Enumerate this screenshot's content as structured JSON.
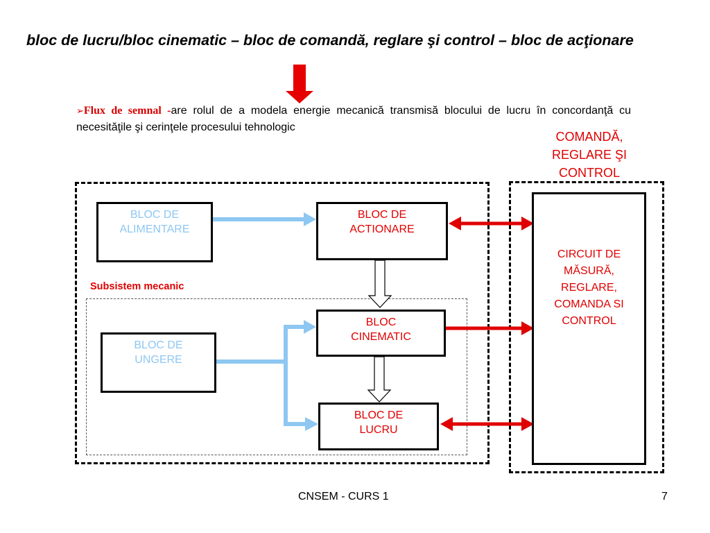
{
  "heading": "bloc de lucru/bloc cinematic – bloc de comandă, reglare şi control – bloc de acţionare",
  "bullet": {
    "marker": "➢",
    "term": "Flux de semnal -",
    "text": "are rolul de a modela energie mecanică transmisă blocului de lucru în concordanţă cu necesităţile şi cerinţele procesului tehnologic"
  },
  "command_title": "COMANDĂ, REGLARE ŞI CONTROL",
  "subsystem_label": "Subsistem mecanic",
  "blocks": {
    "alimentare": "BLOC DE ALIMENTARE",
    "ungere": "BLOC DE UNGERE",
    "actionare": "BLOC DE ACTIONARE",
    "cinematic": "BLOC CINEMATIC",
    "lucru": "BLOC DE LUCRU",
    "circuit": "CIRCUIT DE MĂSURĂ, REGLARE, COMANDA SI CONTROL"
  },
  "footer": {
    "course": "CNSEM - CURS 1",
    "page": "7"
  },
  "colors": {
    "red": "#e00000",
    "light_blue": "#8ec7f2",
    "pointer_red": "#e60000"
  }
}
